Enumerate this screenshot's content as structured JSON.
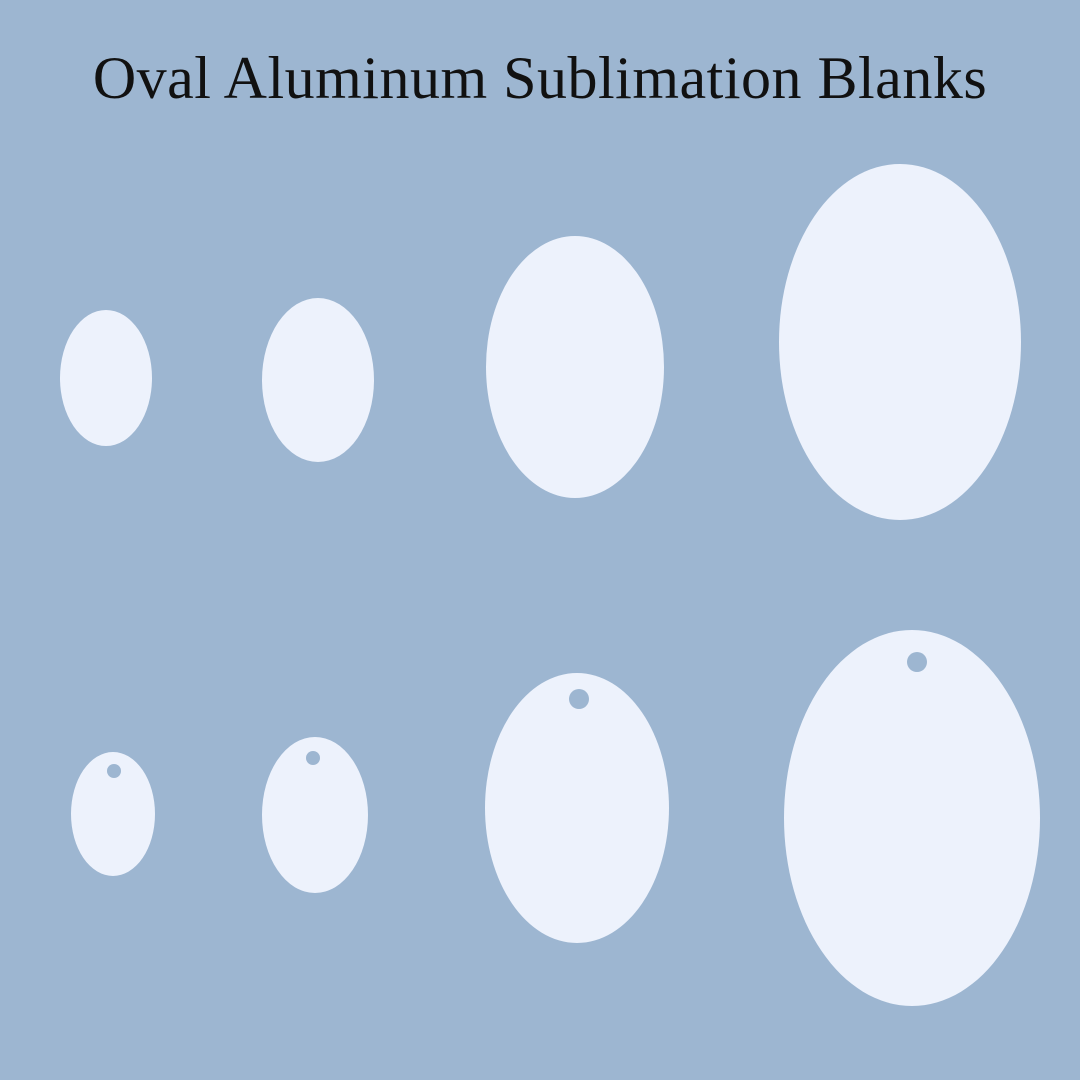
{
  "title": "Oval Aluminum Sublimation Blanks",
  "colors": {
    "background": "#9db6d1",
    "blank": "#edf2fc",
    "title_text": "#111111"
  },
  "rows": [
    {
      "name": "without-hole",
      "blanks": [
        {
          "size": "small",
          "hole": false
        },
        {
          "size": "medium",
          "hole": false
        },
        {
          "size": "large",
          "hole": false
        },
        {
          "size": "extra-large",
          "hole": false
        }
      ]
    },
    {
      "name": "with-hole",
      "blanks": [
        {
          "size": "small",
          "hole": true
        },
        {
          "size": "medium",
          "hole": true
        },
        {
          "size": "large",
          "hole": true
        },
        {
          "size": "extra-large",
          "hole": true
        }
      ]
    }
  ]
}
